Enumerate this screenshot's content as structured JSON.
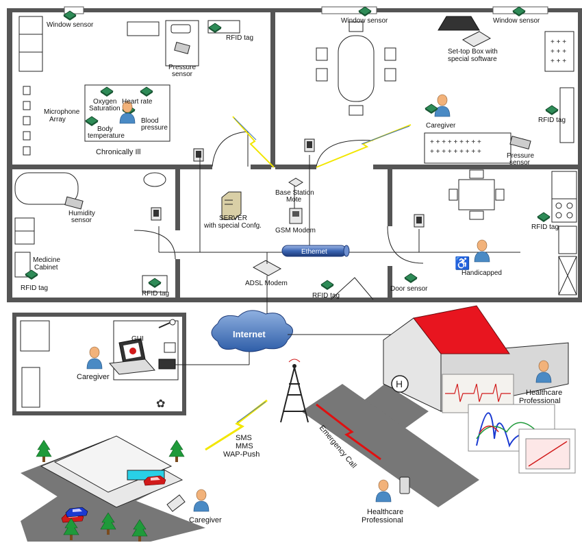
{
  "labels": {
    "window_sensor_1": "Window sensor",
    "window_sensor_2": "Window sensor",
    "window_sensor_3": "Window sensor",
    "rfid_tag_1": "RFID tag",
    "rfid_tag_2": "RFID tag",
    "rfid_tag_3": "RFID tag",
    "rfid_tag_4": "RFID tag",
    "rfid_tag_5": "RFID tag",
    "rfid_tag_6": "RFID tag",
    "pressure_sensor_1": [
      "Pressure",
      "sensor"
    ],
    "pressure_sensor_2": [
      "Pressure",
      "sensor"
    ],
    "microphone_array": [
      "Microphone",
      "Array"
    ],
    "oxygen_saturation": [
      "Oxygen",
      "Saturation"
    ],
    "heart_rate": "Heart rate",
    "body_temperature": [
      "Body",
      "temperature"
    ],
    "blood_pressure": [
      "Blood",
      "pressure"
    ],
    "chronically_ill": "Chronically Ill",
    "set_top_box": [
      "Set-top Box with",
      "special software"
    ],
    "caregiver_room": "Caregiver",
    "humidity_sensor": [
      "Humidity",
      "sensor"
    ],
    "medicine_cabinet": [
      "Medicine",
      "Cabinet"
    ],
    "server": [
      "SERVER",
      "with special Confg."
    ],
    "base_station": [
      "Base Station",
      "Mote"
    ],
    "gsm_modem": "GSM Modem",
    "ethernet": "Ethernet",
    "adsl_modem": "ADSL Modem",
    "door_sensor": "Door sensor",
    "handicapped": "Handicapped",
    "internet": "Internet",
    "gui": "GUI",
    "caregiver_office": "Caregiver",
    "healthcare_prof_top": [
      "Healthcare",
      "Professional"
    ],
    "healthcare_prof_bottom": [
      "Healthcare",
      "Professional"
    ],
    "sms_block": [
      "SMS",
      "MMS",
      "WAP-Push"
    ],
    "emergency_call": "Emergency Call",
    "caregiver_street": "Caregiver",
    "hospital_sign": "H"
  },
  "colors": {
    "wall": "#555555",
    "sensor": "#2e8b57",
    "person_head": "#f2b27a",
    "person_body": "#4a8ac4",
    "hospital_roof": "#e8151f",
    "cloud": "#3d6fb5",
    "ethernet": "#3c66b4",
    "road": "#777777",
    "tree": "#1f9a3a",
    "car_red": "#d11a1a",
    "car_blue": "#1a3ad1",
    "lightning_yellow": "#f2e600",
    "lightning_red": "#e01010"
  }
}
